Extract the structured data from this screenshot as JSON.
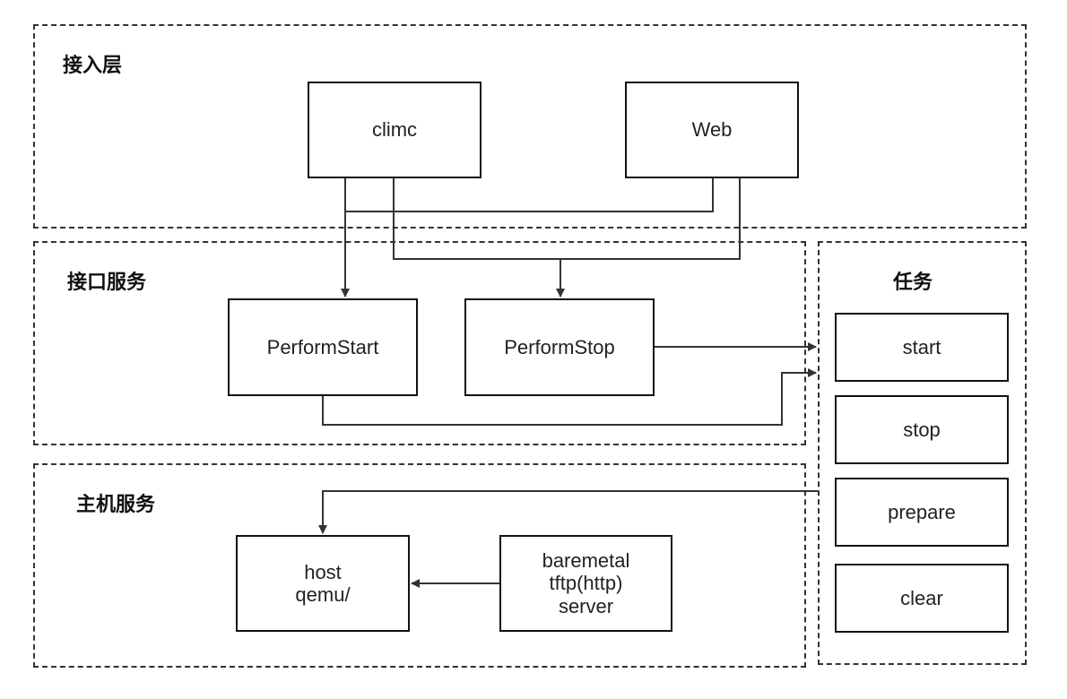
{
  "layers": {
    "access": {
      "title": "接入层"
    },
    "interface": {
      "title": "接口服务"
    },
    "host": {
      "title": "主机服务"
    },
    "tasks": {
      "title": "任务"
    }
  },
  "boxes": {
    "climc": "climc",
    "web": "Web",
    "perform_start": "PerformStart",
    "perform_stop": "PerformStop",
    "host": "host\nqemu/",
    "baremetal": "baremetal\ntftp(http)\nserver",
    "start": "start",
    "stop": "stop",
    "prepare": "prepare",
    "clear": "clear"
  }
}
